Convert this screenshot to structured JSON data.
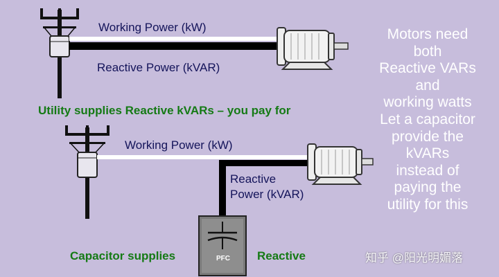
{
  "top": {
    "working_label": "Working Power (kW)",
    "reactive_label": "Reactive Power (kVAR)",
    "caption": "Utility supplies Reactive  kVARs – you pay for"
  },
  "bottom": {
    "working_label": "Working Power (kW)",
    "reactive_line1": "Reactive",
    "reactive_line2": "Power (kVAR)",
    "caption_left": "Capacitor supplies",
    "caption_right": "Reactive",
    "pfc_label": "PFC"
  },
  "side_text": [
    "Motors need",
    "both",
    "Reactive VARs",
    "and",
    "working watts",
    "Let a capacitor",
    "provide the",
    "kVARs",
    "instead of",
    "paying the",
    "utility for this"
  ],
  "watermark": "知乎 @阳光明媚落",
  "colors": {
    "background": "#c7bddc",
    "label_navy": "#14145a",
    "caption_green": "#157a15",
    "line_black": "#000000",
    "line_white": "#ffffff"
  },
  "icons": [
    "utility-pole-icon",
    "motor-icon",
    "capacitor-icon"
  ]
}
